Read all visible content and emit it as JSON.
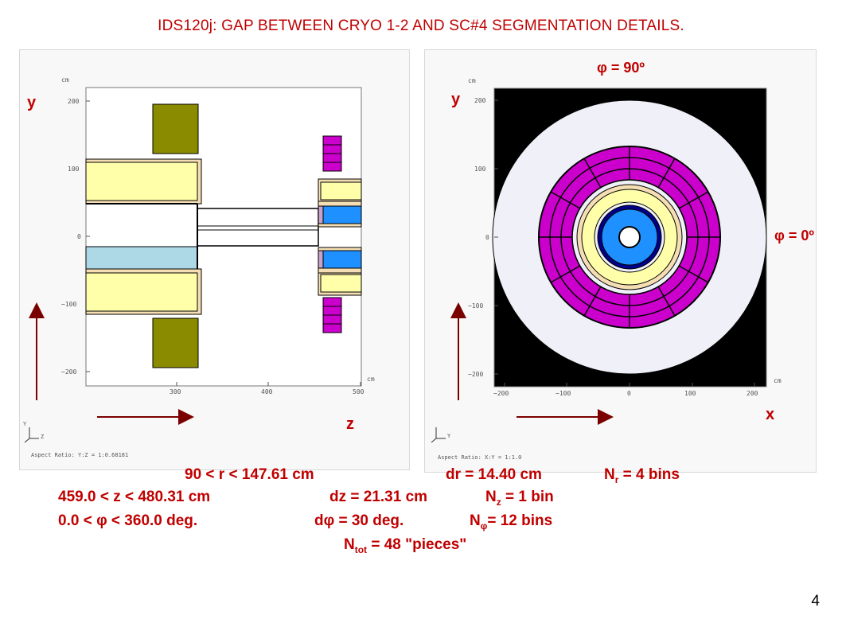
{
  "title": "IDS120j: GAP BETWEEN CRYO 1-2 AND SC#4  SEGMENTATION DETAILS.",
  "left_plot": {
    "axis_unit": "cm",
    "y_ticks": [
      "200",
      "100",
      "0",
      "−100",
      "−200"
    ],
    "x_ticks": [
      "300",
      "400",
      "500"
    ],
    "x_unit": "cm",
    "y_label": "y",
    "z_label": "z",
    "triad_y": "Y",
    "triad_z": "Z",
    "aspect": "Aspect Ratio: Y:Z = 1:0.68181"
  },
  "right_plot": {
    "axis_unit": "cm",
    "y_ticks": [
      "200",
      "100",
      "0",
      "−100",
      "−200"
    ],
    "x_ticks": [
      "−200",
      "−100",
      "0",
      "100",
      "200"
    ],
    "x_unit": "cm",
    "y_label": "y",
    "x_label": "x",
    "phi_90": "φ = 90º",
    "phi_0": "φ = 0º",
    "triad_y": "Y",
    "aspect": "Aspect Ratio: X:Y = 1:1.0"
  },
  "params": {
    "r_range": "90 < r < 147.61 cm",
    "dr": "dr =  14.40 cm",
    "nr_sym": "N",
    "nr_sub": "r",
    "nr_val": " = 4 bins",
    "z_range": "459.0 < z < 480.31 cm",
    "dz": "dz = 21.31 cm",
    "nz_sym": "N",
    "nz_sub": "z",
    "nz_val": " = 1 bin",
    "phi_range": "0.0 < φ < 360.0 deg.",
    "dphi": "dφ = 30 deg.",
    "nphi_sym": "N",
    "nphi_sub": "φ",
    "nphi_val": "= 12 bins",
    "ntot_sym": "N",
    "ntot_sub": "tot",
    "ntot_val": " = 48  \"pieces\""
  },
  "page_number": "4",
  "colors": {
    "accent": "#c00000",
    "arrow": "#7a0000",
    "olive": "#8b8b00",
    "yellow": "#ffffaa",
    "light_blue": "#add8e6",
    "blue": "#1e90ff",
    "magenta": "#cc00cc",
    "tan": "#f5deb3"
  }
}
